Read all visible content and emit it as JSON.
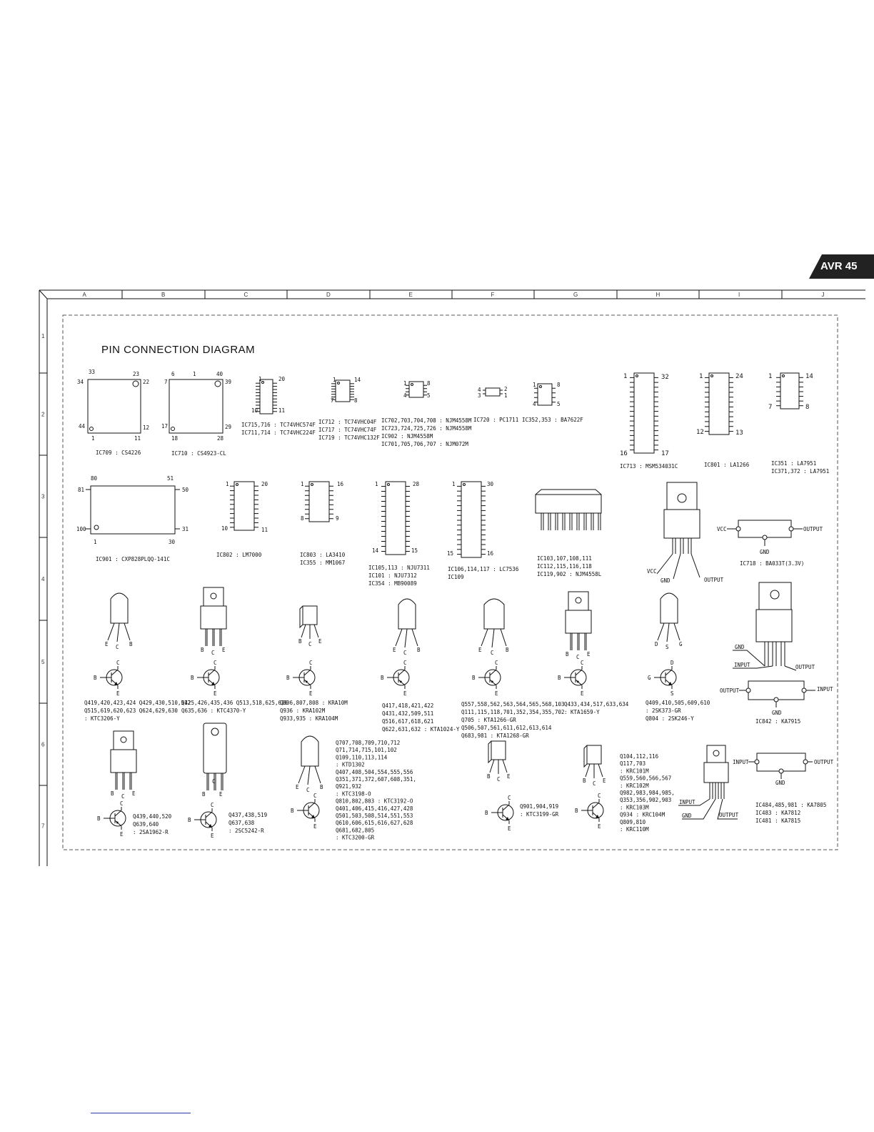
{
  "header": {
    "badge": "AVR 45"
  },
  "grid": {
    "columns": [
      "A",
      "B",
      "C",
      "D",
      "E",
      "F",
      "G",
      "H",
      "I",
      "J"
    ],
    "rows": [
      "1",
      "2",
      "3",
      "4",
      "5",
      "6",
      "7"
    ]
  },
  "diagram": {
    "title": "PIN CONNECTION DIAGRAM",
    "row1": {
      "ic709": {
        "pins": [
          "33",
          "23",
          "34",
          "22",
          "44",
          "12",
          "1",
          "11"
        ],
        "label": "IC709 : CS4226"
      },
      "ic710": {
        "pins": [
          "6",
          "1",
          "40",
          "7",
          "39",
          "17",
          "29",
          "18",
          "28"
        ],
        "label": "IC710 : CS4923-CL"
      },
      "ic715": {
        "pins": [
          "1",
          "20",
          "10",
          "11"
        ],
        "label1": "IC715,716 : TC74VHC574F",
        "label2": "IC711,714 : TC74VHC224F"
      },
      "ic712": {
        "pins": [
          "1",
          "14",
          "7",
          "8"
        ],
        "label1": "IC712 : TC74VHC04F",
        "label2": "IC717 : TC74VHC74F",
        "label3": "IC719 : TC74VHC132F"
      },
      "ic702": {
        "pins": [
          "1",
          "8",
          "4",
          "5"
        ],
        "label1": "IC702,703,704,708 : NJM4558M",
        "label2": "IC723,724,725,726 : NJM4558M",
        "label3": "IC902 : NJM4558M",
        "label4": "IC701,705,706,707 : NJM072M"
      },
      "ic720": {
        "pins": [
          "4",
          "2",
          "3",
          "1"
        ],
        "label": "IC720 : PC1711"
      },
      "ic352": {
        "pins": [
          "1",
          "8",
          "4",
          "5"
        ],
        "label": "IC352,353 : BA7622F"
      },
      "ic713": {
        "pins": [
          "1",
          "32",
          "16",
          "17"
        ],
        "label": "IC713 : MSM534031C"
      },
      "ic801": {
        "pins": [
          "1",
          "24",
          "12",
          "13"
        ],
        "label": "IC801 : LA1266"
      },
      "ic351": {
        "pins": [
          "1",
          "14",
          "7",
          "8"
        ],
        "label1": "IC351 : LA7951",
        "label2": "IC371,372 : LA7951"
      }
    },
    "row2": {
      "ic901": {
        "pins": [
          "80",
          "51",
          "81",
          "50",
          "100",
          "31",
          "1",
          "30"
        ],
        "label": "IC901 : CXP828PLQQ-141C"
      },
      "ic802": {
        "pins": [
          "1",
          "20",
          "10",
          "11"
        ],
        "label": "IC802 : LM7000"
      },
      "ic803": {
        "pins": [
          "1",
          "16",
          "8",
          "9"
        ],
        "label1": "IC803 : LA3410",
        "label2": "IC355 : MM1067"
      },
      "ic105": {
        "pins": [
          "1",
          "28",
          "14",
          "15"
        ],
        "label1": "IC105,113 : NJU7311",
        "label2": "IC101 : NJU7312",
        "label3": "IC354 : MB90089"
      },
      "ic106": {
        "pins": [
          "1",
          "30",
          "15",
          "16"
        ],
        "label1": "IC106,114,117 : LC7536",
        "label2": "IC109"
      },
      "ic103": {
        "label1": "IC103,107,108,111",
        "label2": "IC112,115,116,118",
        "label3": "IC119,902 : NJM4558L"
      },
      "reg718": {
        "vcc": "VCC",
        "gnd": "GND",
        "out": "OUTPUT",
        "label": "IC718 : BA033T(3.3V)"
      }
    },
    "row3": [
      {
        "pins": [
          "E",
          "C",
          "B"
        ],
        "sym": [
          "B",
          "C",
          "E"
        ],
        "label1": "Q419,420,423,424 Q429,430,510,512",
        "label2": "Q515,619,620,623 Q624,629,630",
        "label3": ": KTC3206-Y"
      },
      {
        "pins": [
          "B",
          "C",
          "E"
        ],
        "sym": [
          "B",
          "C",
          "E"
        ],
        "label1": "Q425,426,435,436 Q513,518,625,626",
        "label2": "Q635,636 : KTC4370-Y"
      },
      {
        "pins": [
          "B",
          "C",
          "E"
        ],
        "sym": [
          "B",
          "C",
          "E"
        ],
        "label1": "Q806,807,808 : KRA10M",
        "label2": "Q936 : KRA102M",
        "label3": "Q933,935 : KRA104M"
      },
      {
        "pins": [
          "E",
          "C",
          "B"
        ],
        "sym": [
          "B",
          "C",
          "E"
        ],
        "label1": "Q417,418,421,422",
        "label2": "Q431,432,509,511",
        "label3": "Q516,617,618,621",
        "label4": "Q622,631,632 : KTA1024-Y"
      },
      {
        "pins": [
          "E",
          "C",
          "B"
        ],
        "sym": [
          "B",
          "C",
          "E"
        ],
        "label1": "Q557,558,562,563,564,565,568,103",
        "label2": "Q111,115,118,701,352,354,355,702",
        "label3": "Q705 : KTA1266-GR",
        "label4": "Q506,507,561,611,612,613,614",
        "label5": "Q683,981 : KTA1268-GR"
      },
      {
        "pins": [
          "B",
          "C",
          "E"
        ],
        "sym": [
          "B",
          "C",
          "E"
        ],
        "label1": "Q433,434,517,633,634",
        "label2": ": KTA1659-Y"
      },
      {
        "pins": [
          "D",
          "S",
          "G"
        ],
        "sym": [
          "G",
          "D",
          "S"
        ],
        "label1": "Q409,410,505,609,610",
        "label2": ": 2SK373-GR",
        "label3": "Q804 : 2SK246-Y"
      }
    ],
    "reg842": {
      "gnd": "GND",
      "in": "INPUT",
      "out": "OUTPUT",
      "label": "IC842 : KA7915"
    },
    "row4": [
      {
        "pins": [
          "B",
          "C",
          "E"
        ],
        "sym": [
          "B",
          "C",
          "E"
        ],
        "label1": "Q439,440,520",
        "label2": "Q639,640",
        "label3": ": 2SA1962-R"
      },
      {
        "pins": [
          "B",
          "C",
          "E"
        ],
        "sym": [
          "B",
          "C",
          "E"
        ],
        "label1": "Q437,438,519",
        "label2": "Q637,638",
        "label3": ": 2SC5242-R"
      },
      {
        "pins": [
          "E",
          "C",
          "B"
        ],
        "sym": [
          "B",
          "C",
          "E"
        ],
        "lines": [
          "Q707,708,709,710,712",
          "Q71,714,715,101,102",
          "Q109,110,113,114",
          ": KTD1302",
          "Q407,408,504,554,555,556",
          "Q351,371,372,607,608,351,",
          "Q921,932",
          ": KTC3198-O",
          "Q810,802,803 : KTC3192-O",
          "Q401,406,415,416,427,428",
          "Q501,503,508,514,551,553",
          "Q610,606,615,616,627,628",
          "Q681,682,805",
          ": KTC3200-GR"
        ]
      },
      {
        "pins": [
          "B",
          "C",
          "E"
        ],
        "sym": [
          "B",
          "C",
          "E"
        ],
        "label1": "Q901,904,919",
        "label2": ": KTC3199-GR"
      },
      {
        "pins": [
          "B",
          "C",
          "E"
        ],
        "sym": [
          "B",
          "C",
          "E"
        ],
        "lines": [
          "Q104,112,116",
          "Q117,703",
          ": KRC101M",
          "Q559,560,566,567",
          ": KRC102M",
          "Q982,983,984,985,",
          "Q353,356,902,903",
          ": KRC103M",
          "Q934 : KRC104M",
          "Q809,810",
          ": KRC110M"
        ]
      }
    ],
    "reg484": {
      "in": "INPUT",
      "gnd": "GND",
      "out": "OUTPUT",
      "label1": "IC484,485,981 : KA7805",
      "label2": "IC483 : KA7812",
      "label3": "IC481 : KA7815"
    }
  }
}
